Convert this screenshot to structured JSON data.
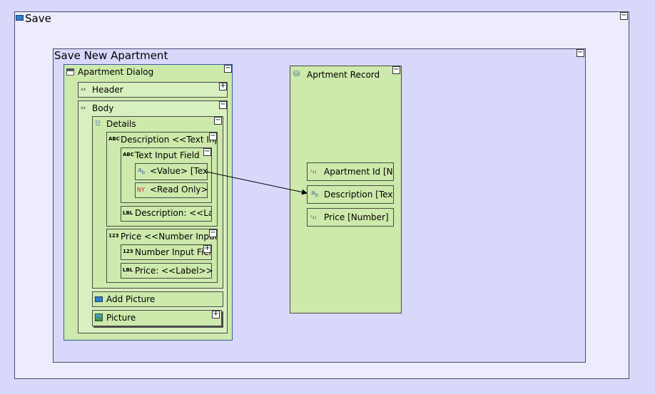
{
  "save": {
    "title": "Save"
  },
  "save_new_apartment": {
    "title": "Save New Apartment"
  },
  "apartment_dialog": {
    "title": "Apartment Dialog",
    "header": "Header",
    "body": "Body",
    "details": "Details",
    "description_field": "Description <<Text Input>>",
    "text_input_field": "Text Input Field",
    "value_binding": "<Value> [Text]",
    "read_only": "<Read Only>",
    "description_label": "Description: <<Label>>",
    "price_field": "Price <<Number Input>>",
    "number_input_field": "Number Input Field",
    "price_label": "Price: <<Label>>",
    "add_picture": "Add Picture",
    "picture": "Picture"
  },
  "apartment_record": {
    "title": "Aprtment Record",
    "fields": {
      "apartment_id": "Apartment Id [Number]",
      "description": "Description [Text]",
      "price": "Price [Number]"
    }
  },
  "icons": {
    "collapse": "−",
    "expand": "+",
    "save_icon": "button-icon",
    "dialog_icon": "window-icon",
    "record_icon": "database-icon"
  },
  "colors": {
    "canvas": "#d8d8fb",
    "outer_frame": "#ececfc",
    "component_green": "#cde9ab",
    "connector": "#000000"
  }
}
